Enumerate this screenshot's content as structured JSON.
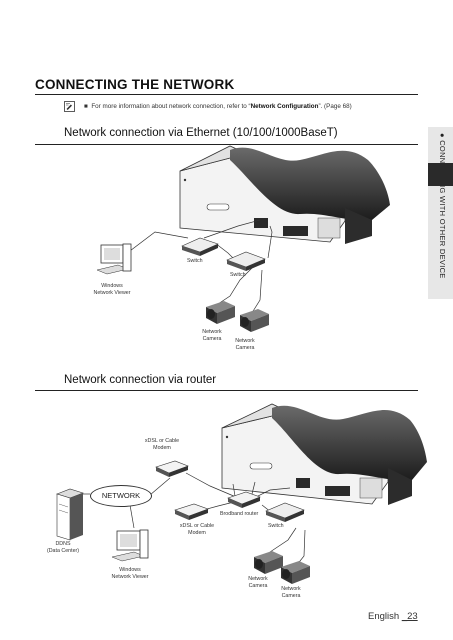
{
  "section_title": "CONNECTING THE NETWORK",
  "note": {
    "bullet": "■",
    "prefix": "For more information about network connection, refer to “",
    "bold": "Network Configuration",
    "suffix": "”. (Page 68)"
  },
  "ethernet": {
    "heading": "Network connection via Ethernet (10/100/1000BaseT)",
    "switch1": "Switch",
    "switch2": "Switch",
    "viewer_line1": "Windows",
    "viewer_line2": "Network Viewer",
    "camera1_line1": "Network",
    "camera1_line2": "Camera",
    "camera2_line1": "Network",
    "camera2_line2": "Camera"
  },
  "router": {
    "heading": "Network connection via router",
    "modem_top_line1": "xDSL or Cable",
    "modem_top_line2": "Modem",
    "network": "NETWORK",
    "modem_mid_line1": "xDSL or Cable",
    "modem_mid_line2": "Modem",
    "broadband_router": "Brodband router",
    "switch": "Switch",
    "ddns_line1": "DDNS",
    "ddns_line2": "(Data Center)",
    "viewer_line1": "Windows",
    "viewer_line2": "Network Viewer",
    "camera1_line1": "Network",
    "camera1_line2": "Camera",
    "camera2_line1": "Network",
    "camera2_line2": "Camera"
  },
  "side_tab": "● CONNECTING WITH OTHER DEVICE",
  "footer": {
    "language": "English ",
    "page": "_23"
  },
  "icons": [
    "memo-note-icon",
    "dvr-icon",
    "switch-icon",
    "pc-icon",
    "camera-icon",
    "modem-icon",
    "router-icon",
    "server-icon"
  ]
}
